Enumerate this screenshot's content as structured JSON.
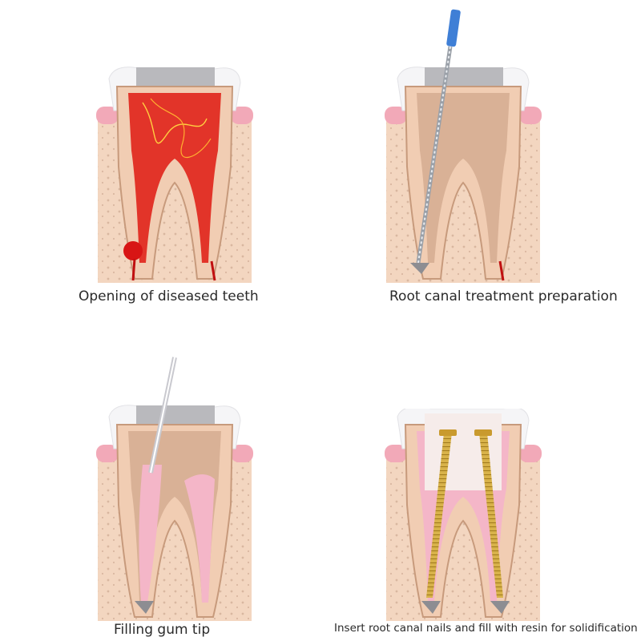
{
  "steps": [
    {
      "caption": "Opening of diseased teeth"
    },
    {
      "caption": "Root canal treatment preparation"
    },
    {
      "caption": "Filling gum tip"
    },
    {
      "caption": "Insert root canal nails and fill with resin for solidification"
    }
  ],
  "colors": {
    "bone": "#f3d6c0",
    "bone_dots": "#d9b7a0",
    "gum": "#f2a9b8",
    "enamel": "#f5f5f7",
    "dentin": "#f1cdb3",
    "pulp_diseased": "#e0231a",
    "pulp_cleaned": "#d9b196",
    "filling_pink": "#f4b6c8",
    "cap_grey": "#b9b9bd",
    "file_blue": "#3f7fd6",
    "post_gold": "#d8b24a",
    "resin": "#f6ecea"
  },
  "icons": [
    "diseased-tooth-illustration",
    "endodontic-file-illustration",
    "gutta-percha-illustration",
    "root-post-illustration"
  ]
}
